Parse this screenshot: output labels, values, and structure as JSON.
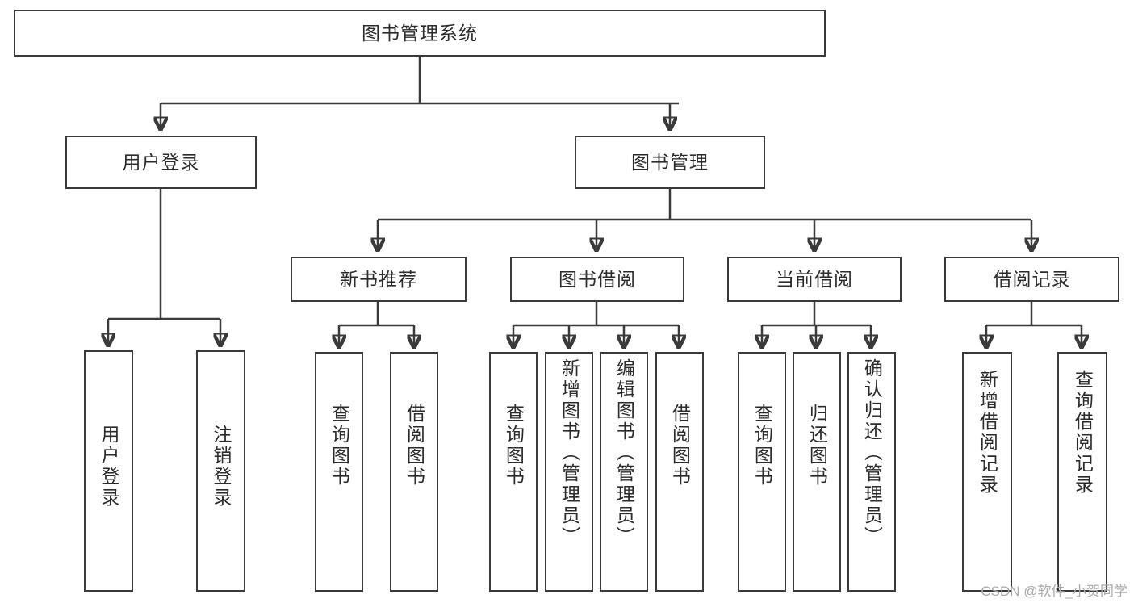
{
  "diagram": {
    "title": "图书管理系统",
    "type": "tree-hierarchy-diagram",
    "root": {
      "id": "root",
      "label": "图书管理系统"
    },
    "level2": [
      {
        "id": "user-login",
        "label": "用户登录"
      },
      {
        "id": "book-management",
        "label": "图书管理"
      }
    ],
    "level3": [
      {
        "id": "new-book-recommend",
        "label": "新书推荐"
      },
      {
        "id": "book-borrow",
        "label": "图书借阅"
      },
      {
        "id": "current-borrow",
        "label": "当前借阅"
      },
      {
        "id": "borrow-record",
        "label": "借阅记录"
      }
    ],
    "leaves": {
      "user_login": [
        {
          "id": "leaf-user-login",
          "label": "用户登录"
        },
        {
          "id": "leaf-logout-login",
          "label": "注销登录"
        }
      ],
      "new_book_recommend": [
        {
          "id": "leaf-query-book-1",
          "label": "查询图书"
        },
        {
          "id": "leaf-borrow-book-1",
          "label": "借阅图书"
        }
      ],
      "book_borrow": [
        {
          "id": "leaf-query-book-2",
          "label": "查询图书"
        },
        {
          "id": "leaf-add-book",
          "label": "新增图书（管理员）"
        },
        {
          "id": "leaf-edit-book",
          "label": "编辑图书（管理员）"
        },
        {
          "id": "leaf-borrow-book-2",
          "label": "借阅图书"
        }
      ],
      "current_borrow": [
        {
          "id": "leaf-query-book-3",
          "label": "查询图书"
        },
        {
          "id": "leaf-return-book",
          "label": "归还图书"
        },
        {
          "id": "leaf-confirm-return",
          "label": "确认归还（管理员）"
        }
      ],
      "borrow_record": [
        {
          "id": "leaf-add-borrow-record",
          "label": "新增借阅记录"
        },
        {
          "id": "leaf-query-borrow-record",
          "label": "查询借阅记录"
        }
      ]
    }
  },
  "watermark": {
    "text": "CSDN @软件_小贺同学"
  },
  "colors": {
    "stroke": "#3a3a3a",
    "text": "#2b2b2b",
    "background": "#ffffff",
    "watermark": "#a9a9a9"
  }
}
